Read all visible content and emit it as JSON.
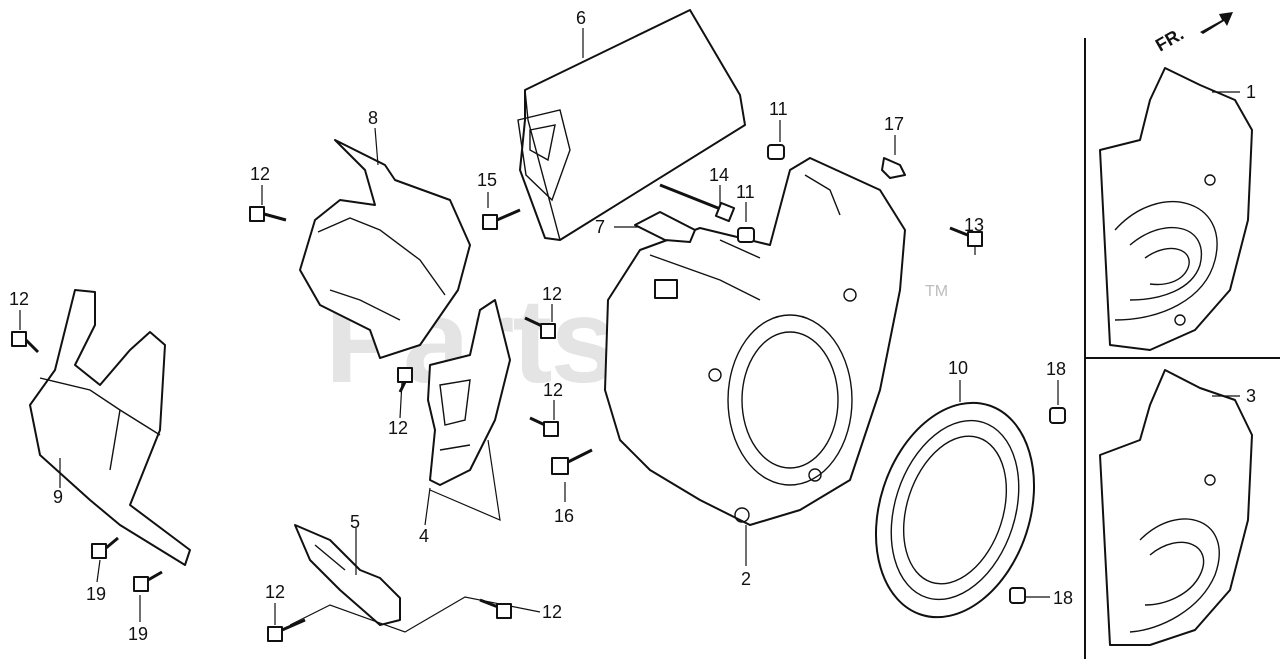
{
  "watermark": {
    "text": "PartsTree",
    "trademark": "TM"
  },
  "direction": {
    "label": "FR."
  },
  "callouts": [
    {
      "id": "c1",
      "num": "1"
    },
    {
      "id": "c2",
      "num": "2"
    },
    {
      "id": "c3",
      "num": "3"
    },
    {
      "id": "c4",
      "num": "4"
    },
    {
      "id": "c5",
      "num": "5"
    },
    {
      "id": "c6",
      "num": "6"
    },
    {
      "id": "c7",
      "num": "7"
    },
    {
      "id": "c8",
      "num": "8"
    },
    {
      "id": "c9",
      "num": "9"
    },
    {
      "id": "c10",
      "num": "10"
    },
    {
      "id": "c11a",
      "num": "11"
    },
    {
      "id": "c11b",
      "num": "11"
    },
    {
      "id": "c12a",
      "num": "12"
    },
    {
      "id": "c12b",
      "num": "12"
    },
    {
      "id": "c12c",
      "num": "12"
    },
    {
      "id": "c12d",
      "num": "12"
    },
    {
      "id": "c12e",
      "num": "12"
    },
    {
      "id": "c12f",
      "num": "12"
    },
    {
      "id": "c12g",
      "num": "12"
    },
    {
      "id": "c13",
      "num": "13"
    },
    {
      "id": "c14",
      "num": "14"
    },
    {
      "id": "c15",
      "num": "15"
    },
    {
      "id": "c16",
      "num": "16"
    },
    {
      "id": "c17",
      "num": "17"
    },
    {
      "id": "c18a",
      "num": "18"
    },
    {
      "id": "c18b",
      "num": "18"
    },
    {
      "id": "c19a",
      "num": "19"
    },
    {
      "id": "c19b",
      "num": "19"
    }
  ]
}
